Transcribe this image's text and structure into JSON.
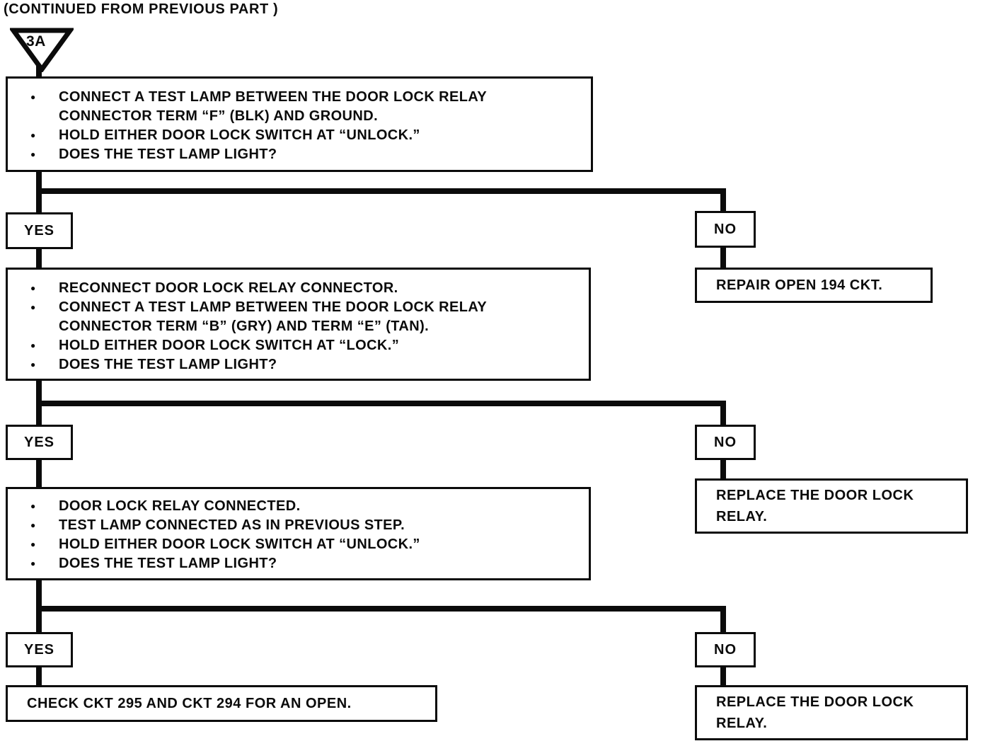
{
  "page": {
    "header": "(CONTINUED FROM PREVIOUS PART )",
    "connector_label": "3A"
  },
  "steps": [
    {
      "bullets": [
        "CONNECT A TEST LAMP BETWEEN THE DOOR LOCK RELAY CONNECTOR TERM “F” (BLK) AND GROUND.",
        "HOLD EITHER DOOR LOCK SWITCH AT “UNLOCK.”",
        "DOES THE TEST LAMP LIGHT?"
      ]
    },
    {
      "bullets": [
        "RECONNECT DOOR LOCK RELAY CONNECTOR.",
        "CONNECT A TEST LAMP BETWEEN THE DOOR LOCK RELAY CONNECTOR TERM “B” (GRY) AND TERM “E” (TAN).",
        "HOLD EITHER DOOR LOCK SWITCH AT “LOCK.”",
        "DOES THE TEST LAMP LIGHT?"
      ]
    },
    {
      "bullets": [
        "DOOR LOCK RELAY CONNECTED.",
        "TEST LAMP CONNECTED AS IN PREVIOUS STEP.",
        "HOLD EITHER DOOR LOCK SWITCH AT “UNLOCK.”",
        "DOES THE TEST LAMP LIGHT?"
      ]
    }
  ],
  "branches": [
    {
      "yes": "YES",
      "no": "NO"
    },
    {
      "yes": "YES",
      "no": "NO"
    },
    {
      "yes": "YES",
      "no": "NO"
    }
  ],
  "results": {
    "repair_open": "REPAIR OPEN 194 CKT.",
    "replace_relay_1": "REPLACE THE DOOR LOCK RELAY.",
    "check_ckt": "CHECK CKT 295 AND CKT 294 FOR AN OPEN.",
    "replace_relay_2": "REPLACE THE DOOR LOCK RELAY."
  },
  "colors": {
    "ink": "#0b0b0b",
    "paper": "#ffffff"
  }
}
